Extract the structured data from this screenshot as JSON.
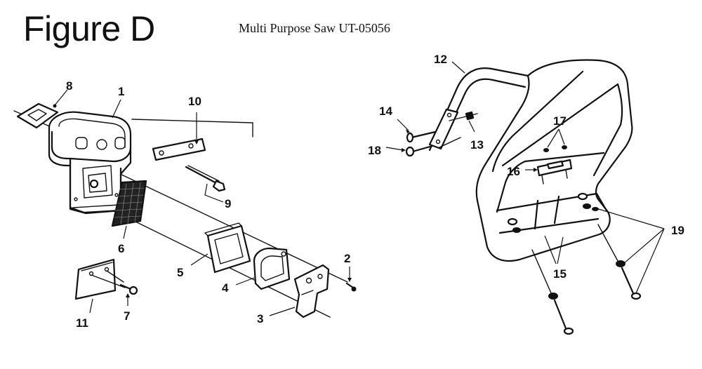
{
  "figure": {
    "title": "Figure D",
    "subtitle": "Multi Purpose Saw UT-05056"
  },
  "callouts": {
    "c1": "1",
    "c2": "2",
    "c3": "3",
    "c4": "4",
    "c5": "5",
    "c6": "6",
    "c7": "7",
    "c8": "8",
    "c9": "9",
    "c10": "10",
    "c11": "11",
    "c12": "12",
    "c13": "13",
    "c14": "14",
    "c15": "15",
    "c16": "16",
    "c17": "17",
    "c18": "18",
    "c19": "19"
  }
}
